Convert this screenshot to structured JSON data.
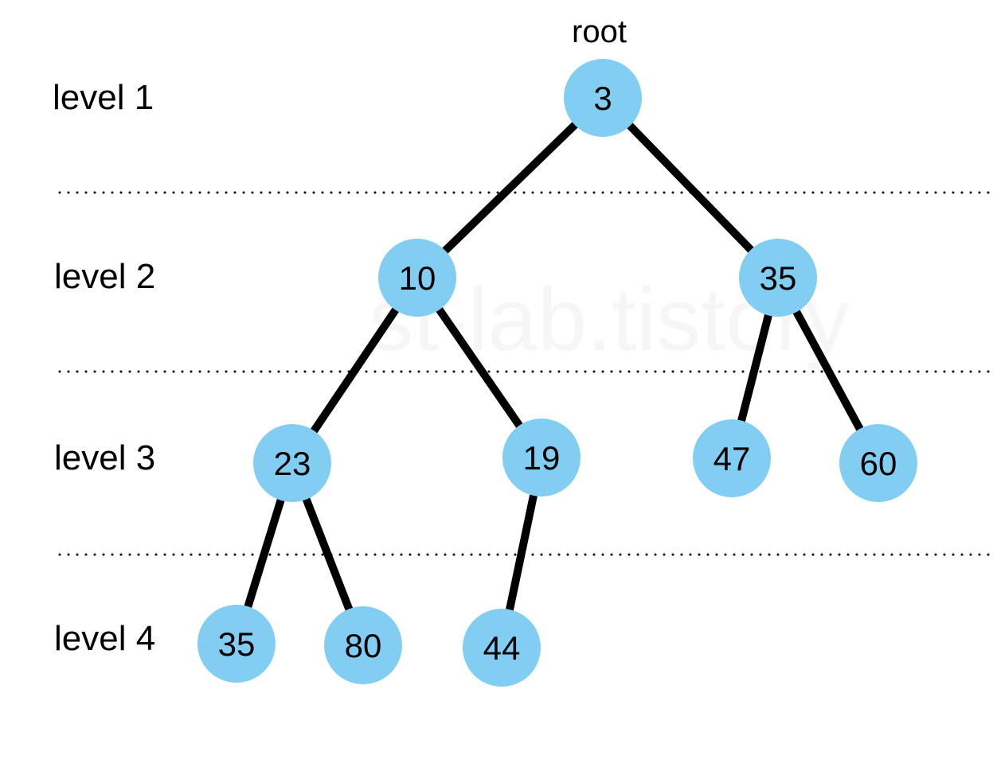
{
  "root_label": "root",
  "level_labels": [
    "level 1",
    "level 2",
    "level 3",
    "level 4"
  ],
  "watermark": "st-lab.tistory",
  "colors": {
    "node_fill": "#82cef2",
    "edge": "#000000",
    "divider": "#000000"
  },
  "tree": {
    "nodes": [
      {
        "id": "n0",
        "value": "3"
      },
      {
        "id": "n1",
        "value": "10"
      },
      {
        "id": "n2",
        "value": "35"
      },
      {
        "id": "n3",
        "value": "23"
      },
      {
        "id": "n4",
        "value": "19"
      },
      {
        "id": "n5",
        "value": "47"
      },
      {
        "id": "n6",
        "value": "60"
      },
      {
        "id": "n7",
        "value": "35"
      },
      {
        "id": "n8",
        "value": "80"
      },
      {
        "id": "n9",
        "value": "44"
      }
    ],
    "edges": [
      [
        "n0",
        "n1"
      ],
      [
        "n0",
        "n2"
      ],
      [
        "n1",
        "n3"
      ],
      [
        "n1",
        "n4"
      ],
      [
        "n2",
        "n5"
      ],
      [
        "n2",
        "n6"
      ],
      [
        "n3",
        "n7"
      ],
      [
        "n3",
        "n8"
      ],
      [
        "n4",
        "n9"
      ]
    ]
  }
}
